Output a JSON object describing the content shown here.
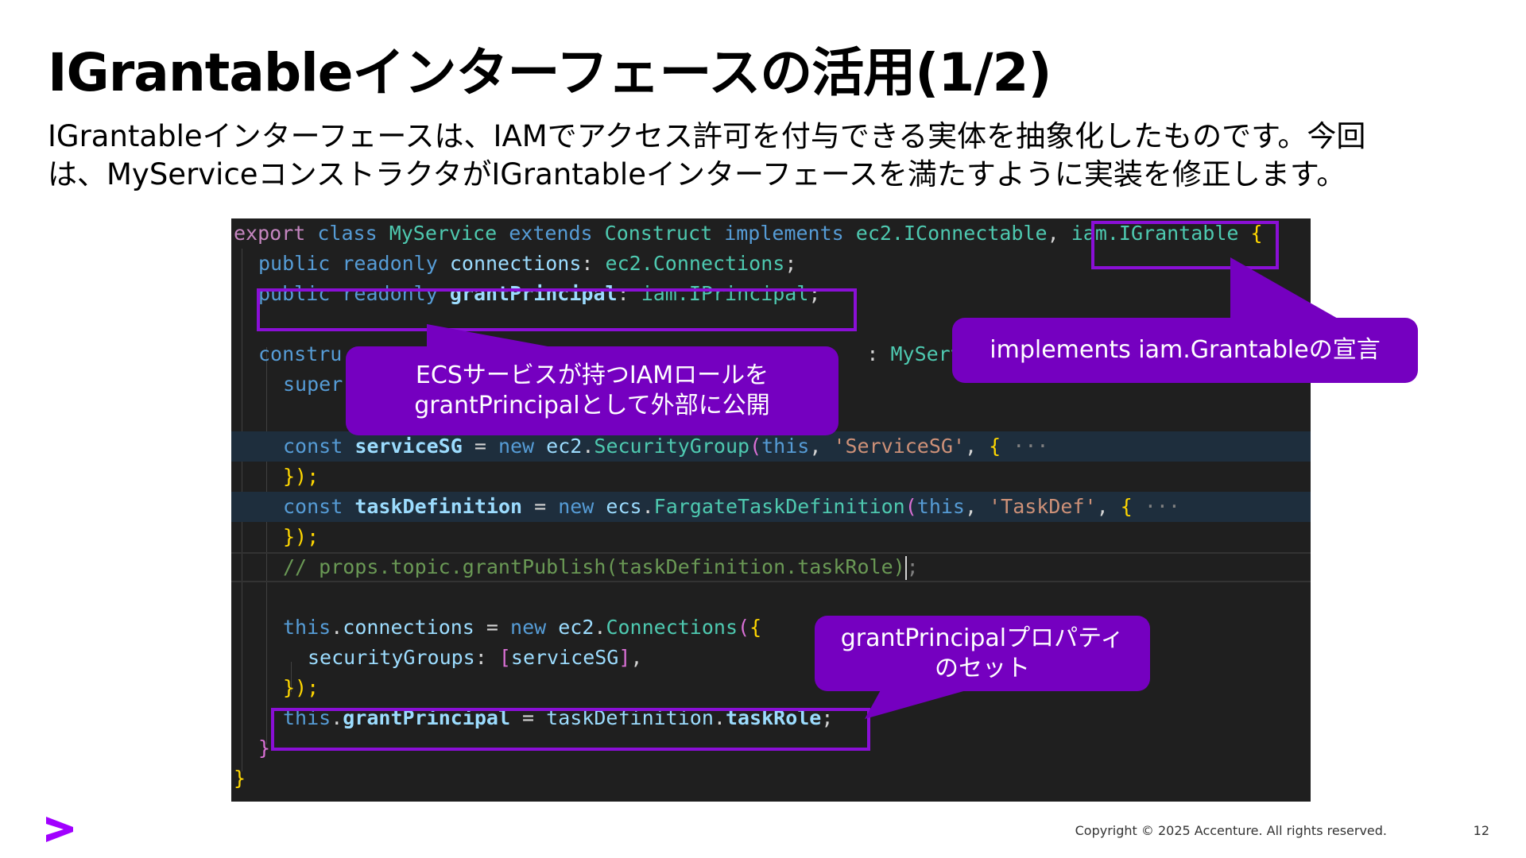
{
  "slide": {
    "title": "IGrantableインターフェースの活用(1/2)",
    "description_lines": [
      "IGrantableインターフェースは、IAMでアクセス許可を付与できる実体を抽象化したものです。今回",
      "は、MyServiceコンストラクタがIGrantableインターフェースを満たすように実装を修正します。"
    ]
  },
  "code": {
    "l1": {
      "kw_export": "export",
      "kw_class": "class",
      "cls": "MyService",
      "kw_extends": "extends",
      "base": "Construct",
      "kw_implements": "implements",
      "iface1": "ec2.IConnectable",
      "comma": ",",
      "iface2": "iam.IGrantable",
      "brace": "{"
    },
    "l2": {
      "kw": "public readonly",
      "prop": "connections",
      "colon": ":",
      "type": "ec2.Connections",
      "semi": ";"
    },
    "l3": {
      "kw": "public readonly",
      "prop": "grantPrincipal",
      "colon": ":",
      "type": "iam.IPrincipal",
      "semi": ";"
    },
    "l5": {
      "kw": "constru",
      "rest": ": ",
      "type": "MyServi"
    },
    "l6": {
      "kw": "super"
    },
    "l8": {
      "kw": "const",
      "var": "serviceSG",
      "eq": " = ",
      "kw_new": "new",
      "ns": "ec2",
      "cls": "SecurityGroup",
      "paren": "(",
      "kw_this": "this",
      "comma": ", ",
      "str": "'ServiceSG'",
      "brace": "{",
      "fold": "···"
    },
    "l9": {
      "close": "});"
    },
    "l10": {
      "kw": "const",
      "var": "taskDefinition",
      "eq": " = ",
      "kw_new": "new",
      "ns": "ecs",
      "cls": "FargateTaskDefinition",
      "paren": "(",
      "kw_this": "this",
      "comma": ", ",
      "str": "'TaskDef'",
      "brace": "{",
      "fold": "···"
    },
    "l11": {
      "close": "});"
    },
    "l12": {
      "comment_a": "// props.topic.grantPublish(taskDefinition.taskRole)",
      "comment_b": ";"
    },
    "l14": {
      "kw_this": "this",
      "prop": "connections",
      "eq": " = ",
      "kw_new": "new",
      "ns": "ec2",
      "cls": "Connections",
      "paren": "(",
      "brace": "{"
    },
    "l15": {
      "prop": "securityGroups",
      "colon": ": ",
      "open": "[",
      "var": "serviceSG",
      "close": "]",
      "comma": ","
    },
    "l16": {
      "close": "});"
    },
    "l17": {
      "kw_this": "this",
      "prop": "grantPrincipal",
      "eq": " = ",
      "obj": "taskDefinition",
      "prop2": "taskRole",
      "semi": ";"
    },
    "l18": {
      "close": "}"
    },
    "l19": {
      "close": "}"
    }
  },
  "callouts": {
    "implements": "implements iam.Grantableの宣言",
    "grant_principal_lines": [
      "ECSサービスが持つIAMロールを",
      "grantPrincipalとして外部に公開"
    ],
    "set_lines": [
      "grantPrincipalプロパティ",
      "のセット"
    ]
  },
  "footer": {
    "copyright": "Copyright © 2025 Accenture. All rights reserved.",
    "page_number": "12"
  },
  "colors": {
    "accent_purple": "#7500c0",
    "frame_purple": "#8a0fd6",
    "editor_background": "#1f1f1f"
  },
  "icons": {
    "logo": "accenture-greater-than-icon"
  }
}
